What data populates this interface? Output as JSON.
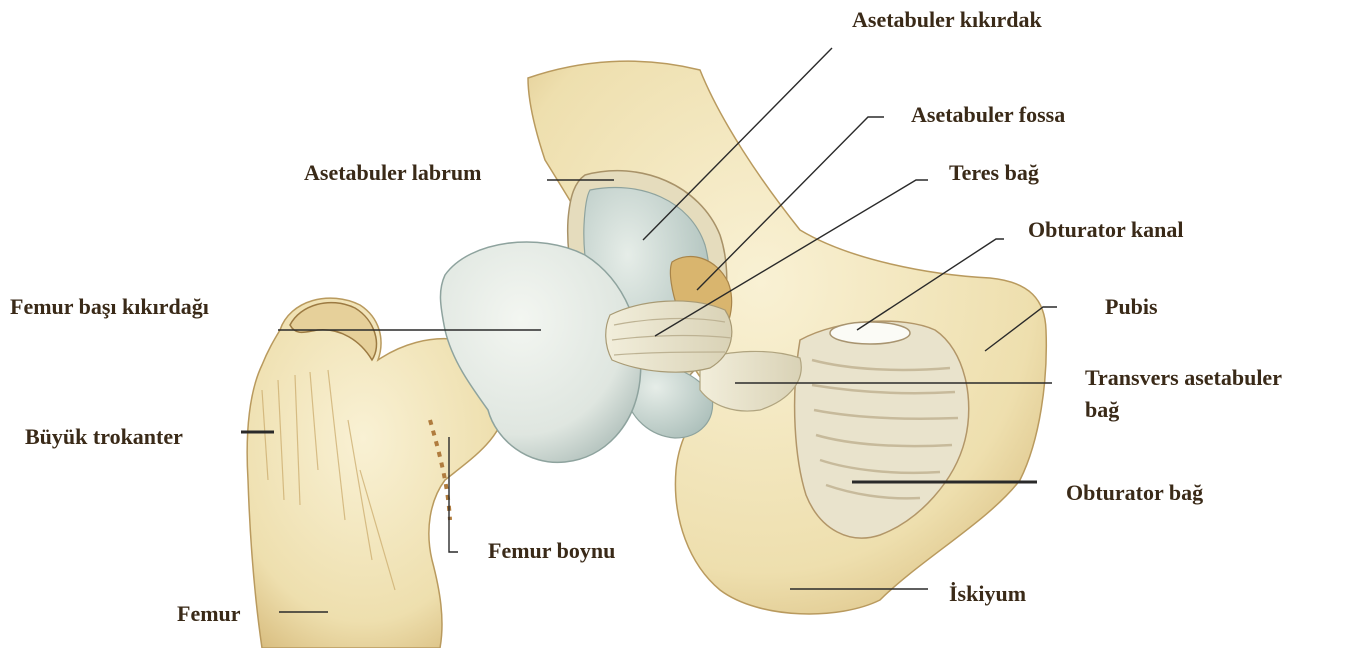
{
  "diagram": {
    "labels": {
      "asetabuler_kikirdak": "Asetabuler kıkırdak",
      "asetabuler_fossa": "Asetabuler fossa",
      "asetabuler_labrum": "Asetabuler labrum",
      "teres_bag": "Teres bağ",
      "obturator_kanal": "Obturator kanal",
      "femur_basi_kikirdagi": "Femur başı kıkırdağı",
      "pubis": "Pubis",
      "transvers_asetabuler_line1": "Transvers asetabuler",
      "transvers_asetabuler_line2": "bağ",
      "buyuk_trokanter": "Büyük trokanter",
      "obturator_bag": "Obturator bağ",
      "femur_boynu": "Femur boynu",
      "iskiyum": "İskiyum",
      "femur": "Femur"
    },
    "colors": {
      "bone_fill": "#efe2b4",
      "bone_light": "#f8f0d0",
      "bone_shade": "#c9a868",
      "cartilage": "#cbd9d6",
      "cartilage_light": "#e4ebe6",
      "ligament": "#ece6cf",
      "fossa": "#d8b873",
      "leader_line": "#2a2a2a",
      "label_text": "#3a2a18"
    }
  }
}
